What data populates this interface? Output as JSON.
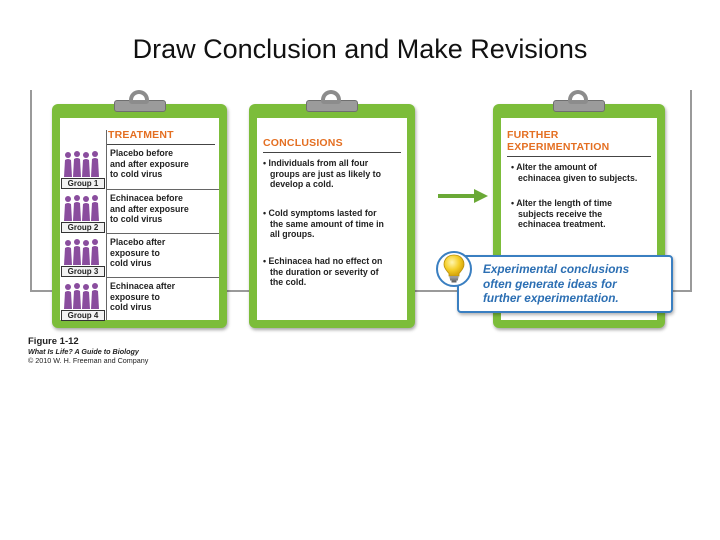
{
  "slide_title": "Draw Conclusion and Make Revisions",
  "treatment": {
    "heading": "TREATMENT",
    "groups": [
      {
        "label": "Group 1",
        "lines": [
          "Placebo before",
          "and after exposure",
          "to cold virus"
        ]
      },
      {
        "label": "Group 2",
        "lines": [
          "Echinacea before",
          "and after exposure",
          "to cold virus"
        ]
      },
      {
        "label": "Group 3",
        "lines": [
          "Placebo after",
          "exposure to",
          "cold virus"
        ]
      },
      {
        "label": "Group 4",
        "lines": [
          "Echinacea after",
          "exposure to",
          "cold virus"
        ]
      }
    ]
  },
  "conclusions": {
    "heading": "CONCLUSIONS",
    "bullets": [
      [
        "• Individuals from all four",
        "groups are just as likely to",
        "develop a cold."
      ],
      [
        "• Cold symptoms lasted for",
        "the same amount of time in",
        "all groups."
      ],
      [
        "• Echinacea had no effect on",
        "the duration or severity of",
        "the cold."
      ]
    ]
  },
  "further": {
    "heading_lines": [
      "FURTHER",
      "EXPERIMENTATION"
    ],
    "bullets": [
      [
        "• Alter the amount of",
        "echinacea given to subjects."
      ],
      [
        "• Alter the length of time",
        "subjects receive the",
        "echinacea treatment."
      ]
    ]
  },
  "callout": {
    "lines": [
      "Experimental conclusions",
      "often generate ideas for",
      "further experimentation."
    ]
  },
  "caption": {
    "figure": "Figure 1-12",
    "book": "What Is Life? A Guide to Biology",
    "copyright": "© 2010 W. H. Freeman and Company"
  },
  "colors": {
    "board_green": "#7cbd3a",
    "heading_orange": "#e46f22",
    "callout_blue": "#2c6fb3",
    "people_purple": "#8a4d9e",
    "arrow_green": "#6aa936"
  }
}
